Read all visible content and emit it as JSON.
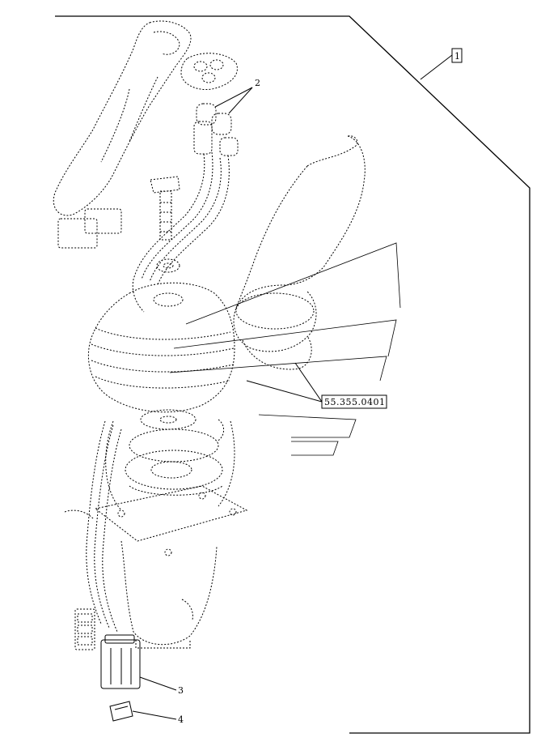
{
  "diagram": {
    "callouts": {
      "item_1": "1",
      "item_2": "2",
      "item_3": "3",
      "item_4": "4"
    },
    "reference_code": "55.355.0401"
  }
}
